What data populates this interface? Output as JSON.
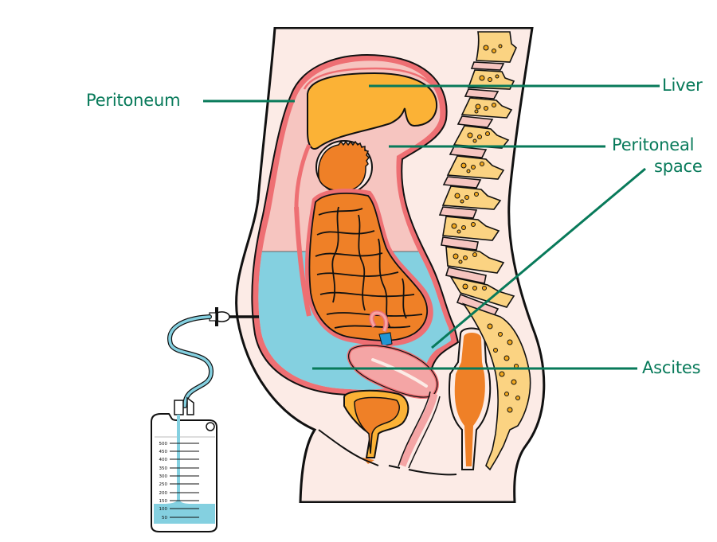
{
  "diagram": {
    "subject": "Sagittal cross-section of abdomen showing ascites with paracentesis drainage",
    "colors": {
      "label_green": "#087a5a",
      "skin": "#fcebe6",
      "outline": "#111111",
      "peritoneal_space": "#f6c5c0",
      "peritoneum_membrane": "#ee6f73",
      "liver": "#fbb236",
      "intestine": "#ef8027",
      "ascites_fluid": "#84d0e0",
      "bone": "#fbd382",
      "bone_pore": "#f2a81d",
      "uterus": "#f4a5a5",
      "ovary": "#2196d3"
    },
    "labels": [
      {
        "id": "peritoneum",
        "text": "Peritoneum",
        "side": "left"
      },
      {
        "id": "liver",
        "text": "Liver",
        "side": "right"
      },
      {
        "id": "peritoneal_space_1",
        "text": "Peritoneal",
        "side": "right"
      },
      {
        "id": "peritoneal_space_2",
        "text": "space",
        "side": "right"
      },
      {
        "id": "ascites",
        "text": "Ascites",
        "side": "right"
      }
    ],
    "drainage_bag": {
      "scale_marks": [
        "500",
        "450",
        "400",
        "350",
        "300",
        "250",
        "200",
        "150",
        "100",
        "50"
      ],
      "fill_level_ml": "~120"
    }
  }
}
